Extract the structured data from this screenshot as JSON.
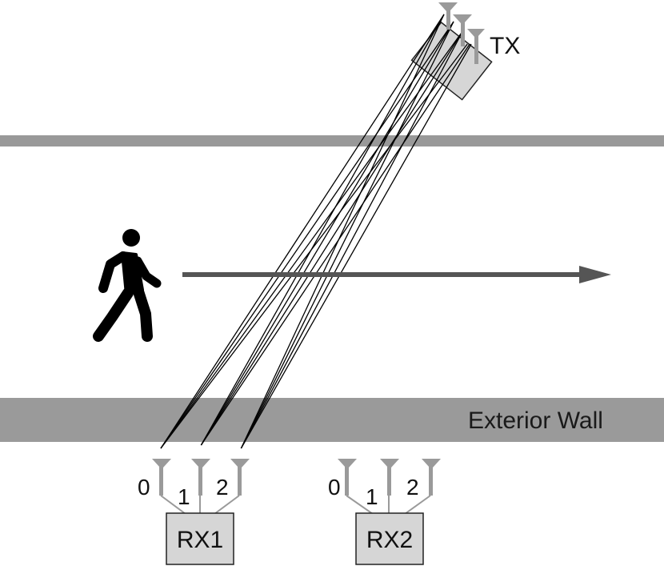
{
  "labels": {
    "tx": "TX",
    "wall": "Exterior Wall",
    "rx1": "RX1",
    "rx2": "RX2",
    "rx1_antennas": [
      "0",
      "1",
      "2"
    ],
    "rx2_antennas": [
      "0",
      "1",
      "2"
    ]
  },
  "icons": {
    "person": "walking-person-icon",
    "arrow": "arrow-right-icon",
    "antenna": "antenna-icon"
  },
  "colors": {
    "wall_fill": "#9a9a9a",
    "thin_wall_fill": "#999999",
    "antenna": "#9a9a9a",
    "box_fill": "#d6d6d6",
    "box_stroke": "#222222",
    "path_lines": "#000000",
    "arrow": "#555555",
    "person": "#000000"
  }
}
